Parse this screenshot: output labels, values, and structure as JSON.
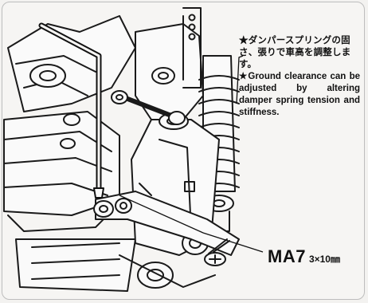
{
  "note": {
    "japanese": "★ダンパースプリングの固さ、張りで車高を調整します。",
    "english": "★Ground clearance can be adjusted by altering damper spring tension and stiffness."
  },
  "part": {
    "code": "MA7",
    "size": "3×10㎜"
  }
}
